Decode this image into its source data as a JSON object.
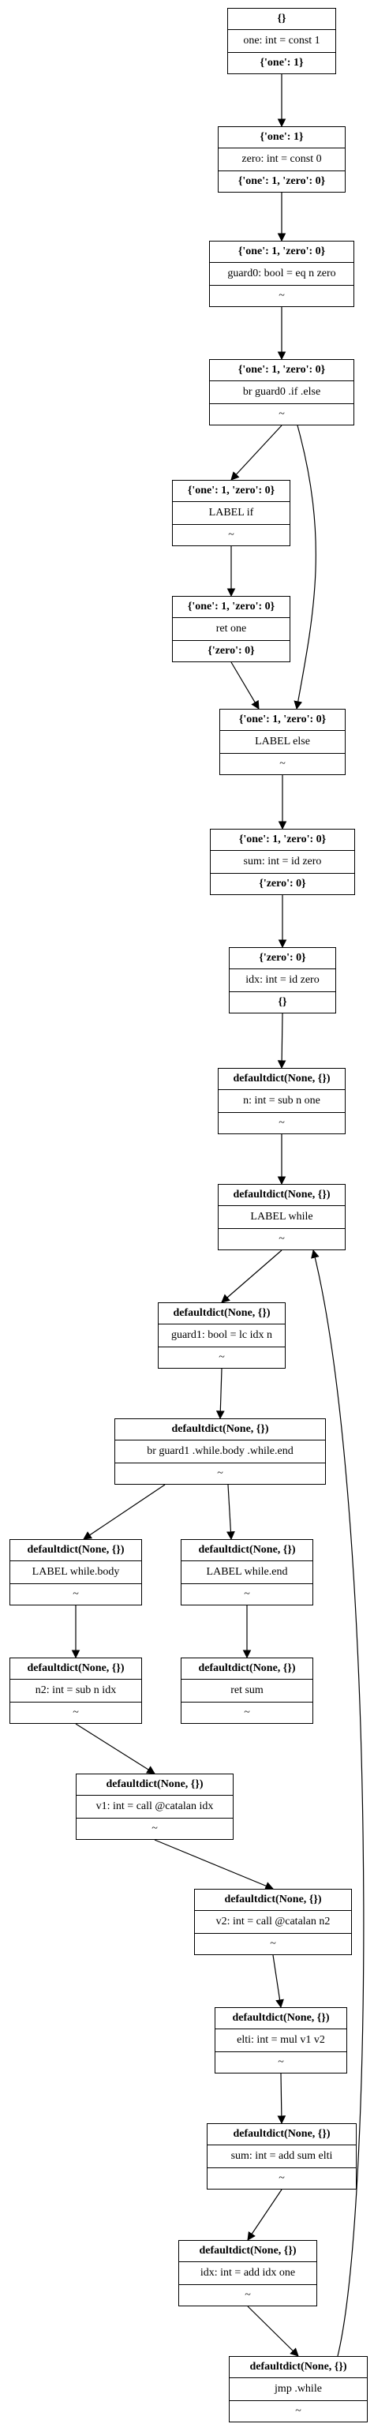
{
  "nodes": [
    {
      "id": "n0",
      "rows": [
        "{}",
        "one: int = const 1",
        "{'one': 1}"
      ]
    },
    {
      "id": "n1",
      "rows": [
        "{'one': 1}",
        "zero: int = const 0",
        "{'one': 1, 'zero': 0}"
      ]
    },
    {
      "id": "n2",
      "rows": [
        "{'one': 1, 'zero': 0}",
        "guard0: bool = eq n zero",
        "~"
      ]
    },
    {
      "id": "n3",
      "rows": [
        "{'one': 1, 'zero': 0}",
        "br guard0 .if .else",
        "~"
      ]
    },
    {
      "id": "n4",
      "rows": [
        "{'one': 1, 'zero': 0}",
        "LABEL if",
        "~"
      ]
    },
    {
      "id": "n5",
      "rows": [
        "{'one': 1, 'zero': 0}",
        "ret one",
        "{'zero': 0}"
      ]
    },
    {
      "id": "n6",
      "rows": [
        "{'one': 1, 'zero': 0}",
        "LABEL else",
        "~"
      ]
    },
    {
      "id": "n7",
      "rows": [
        "{'one': 1, 'zero': 0}",
        "sum: int = id zero",
        "{'zero': 0}"
      ]
    },
    {
      "id": "n8",
      "rows": [
        "{'zero': 0}",
        "idx: int = id zero",
        "{}"
      ]
    },
    {
      "id": "n9",
      "rows": [
        "defaultdict(None, {})",
        "n: int = sub n one",
        "~"
      ]
    },
    {
      "id": "n10",
      "rows": [
        "defaultdict(None, {})",
        "LABEL while",
        "~"
      ]
    },
    {
      "id": "n11",
      "rows": [
        "defaultdict(None, {})",
        "guard1: bool = lc idx n",
        "~"
      ]
    },
    {
      "id": "n12",
      "rows": [
        "defaultdict(None, {})",
        "br guard1 .while.body .while.end",
        "~"
      ]
    },
    {
      "id": "n13",
      "rows": [
        "defaultdict(None, {})",
        "LABEL while.body",
        "~"
      ]
    },
    {
      "id": "n14",
      "rows": [
        "defaultdict(None, {})",
        "LABEL while.end",
        "~"
      ]
    },
    {
      "id": "n15",
      "rows": [
        "defaultdict(None, {})",
        "n2: int = sub n idx",
        "~"
      ]
    },
    {
      "id": "n16",
      "rows": [
        "defaultdict(None, {})",
        "ret sum",
        "~"
      ]
    },
    {
      "id": "n17",
      "rows": [
        "defaultdict(None, {})",
        "v1: int = call @catalan idx",
        "~"
      ]
    },
    {
      "id": "n18",
      "rows": [
        "defaultdict(None, {})",
        "v2: int = call @catalan n2",
        "~"
      ]
    },
    {
      "id": "n19",
      "rows": [
        "defaultdict(None, {})",
        "elti: int = mul v1 v2",
        "~"
      ]
    },
    {
      "id": "n20",
      "rows": [
        "defaultdict(None, {})",
        "sum: int = add sum elti",
        "~"
      ]
    },
    {
      "id": "n21",
      "rows": [
        "defaultdict(None, {})",
        "idx: int = add idx one",
        "~"
      ]
    },
    {
      "id": "n22",
      "rows": [
        "defaultdict(None, {})",
        "jmp .while",
        "~"
      ]
    }
  ],
  "edges": [
    [
      "n0",
      "n1"
    ],
    [
      "n1",
      "n2"
    ],
    [
      "n2",
      "n3"
    ],
    [
      "n3",
      "n4"
    ],
    [
      "n3",
      "n6"
    ],
    [
      "n4",
      "n5"
    ],
    [
      "n5",
      "n6"
    ],
    [
      "n6",
      "n7"
    ],
    [
      "n7",
      "n8"
    ],
    [
      "n8",
      "n9"
    ],
    [
      "n9",
      "n10"
    ],
    [
      "n10",
      "n11"
    ],
    [
      "n11",
      "n12"
    ],
    [
      "n12",
      "n13"
    ],
    [
      "n12",
      "n14"
    ],
    [
      "n13",
      "n15"
    ],
    [
      "n14",
      "n16"
    ],
    [
      "n15",
      "n17"
    ],
    [
      "n17",
      "n18"
    ],
    [
      "n18",
      "n19"
    ],
    [
      "n19",
      "n20"
    ],
    [
      "n20",
      "n21"
    ],
    [
      "n21",
      "n22"
    ],
    [
      "n22",
      "n10"
    ]
  ]
}
